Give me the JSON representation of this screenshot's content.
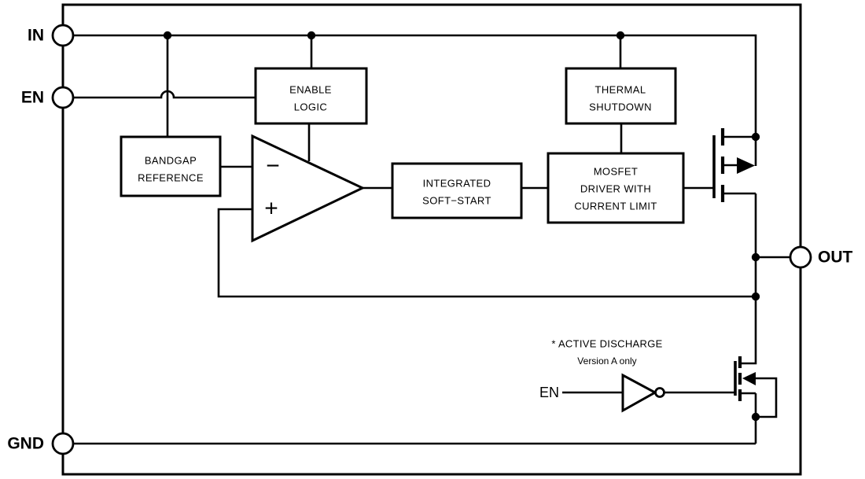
{
  "colors": {
    "line": "#000000",
    "text": "#000000",
    "background": "#ffffff"
  },
  "pins": {
    "in": "IN",
    "en": "EN",
    "gnd": "GND",
    "out": "OUT"
  },
  "blocks": {
    "enable_logic": {
      "line1": "ENABLE",
      "line2": "LOGIC"
    },
    "bandgap_reference": {
      "line1": "BANDGAP",
      "line2": "REFERENCE"
    },
    "thermal_shutdown": {
      "line1": "THERMAL",
      "line2": "SHUTDOWN"
    },
    "integrated_soft_start": {
      "line1": "INTEGRATED",
      "line2": "SOFT−START"
    },
    "mosfet_driver": {
      "line1": "MOSFET",
      "line2": "DRIVER WITH",
      "line3": "CURRENT LIMIT"
    }
  },
  "error_amplifier": {
    "inverting_input": "−",
    "noninverting_input": "+"
  },
  "active_discharge": {
    "note_line1": "* ACTIVE DISCHARGE",
    "note_line2": "Version A only",
    "en_label": "EN"
  }
}
